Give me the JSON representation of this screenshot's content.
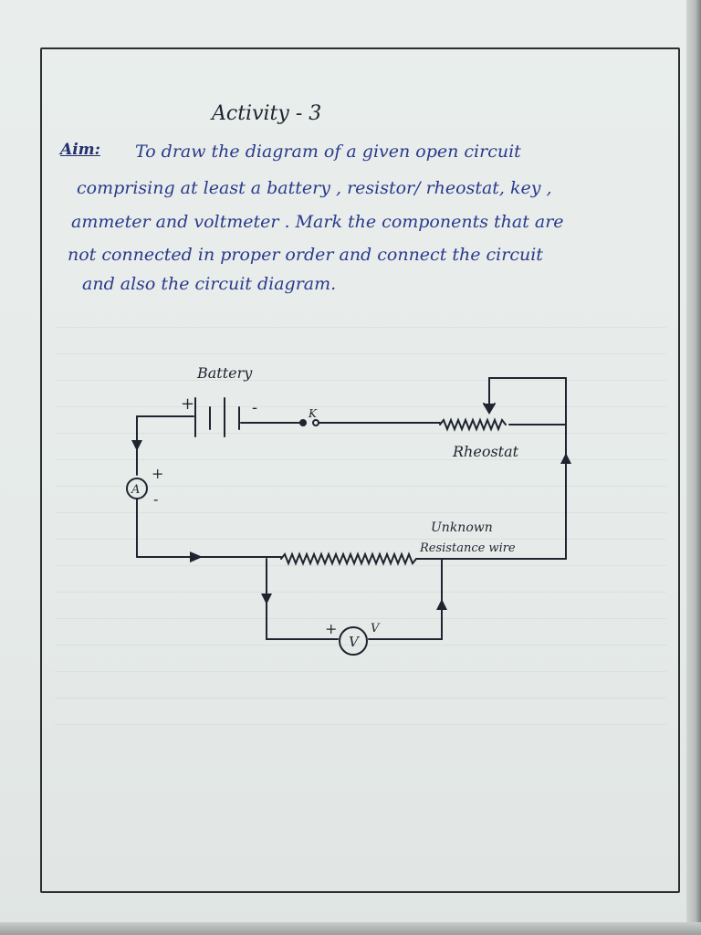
{
  "page": {
    "title": "Activity - 3",
    "aim_label": "Aim:",
    "aim_lines": [
      "To draw the diagram of a given open circuit",
      "comprising at least a battery , resistor/ rheostat, key ,",
      "ammeter and voltmeter . Mark the components that are",
      "not connected in proper order and connect the circuit",
      "and also the circuit diagram."
    ]
  },
  "diagram": {
    "battery_label": "Battery",
    "battery_plus": "+",
    "battery_minus": "-",
    "key_label": "K",
    "rheostat_label": "Rheostat",
    "ammeter_symbol": "A",
    "ammeter_plus": "+",
    "ammeter_minus": "-",
    "resistor_label_1": "Unknown",
    "resistor_label_2": "Resistance wire",
    "voltmeter_symbol": "V",
    "voltmeter_plus": "+",
    "voltmeter_label": "V"
  },
  "colors": {
    "ink_blue": "#2a3a8c",
    "ink_black": "#1f2430",
    "paper": "#e8edeb"
  }
}
